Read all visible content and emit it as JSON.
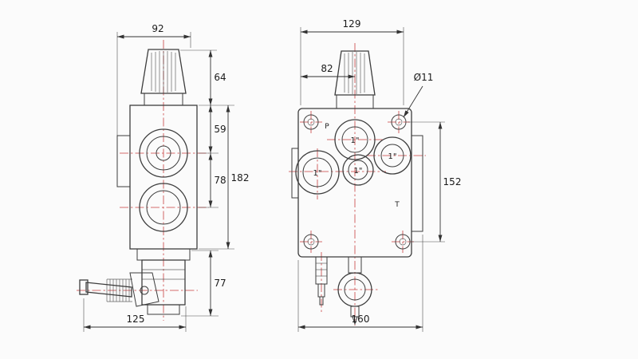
{
  "drawing": {
    "description": "Two-view dimensioned technical drawing of a hydraulic directional control valve"
  },
  "colors": {
    "bg": "#fbfbfb",
    "line": "#3d3d3d",
    "dimcolor": "#333333",
    "centerline": "#c94040",
    "text": "#1b1b1b"
  },
  "left_view": {
    "dim_top_width": "92",
    "dim_knob_height": "64",
    "dim_port_offset": "59",
    "dim_body_height": "182",
    "dim_port_spacing": "78",
    "dim_lower_height": "77",
    "dim_bottom_width": "125"
  },
  "right_view": {
    "dim_top_width": "129",
    "dim_inner_width": "82",
    "dim_hole_diameter": "Ø11",
    "dim_hole_spacing_height": "152",
    "dim_bottom_width": "160",
    "label_p": "P",
    "label_t": "T",
    "label_port": "1\""
  }
}
